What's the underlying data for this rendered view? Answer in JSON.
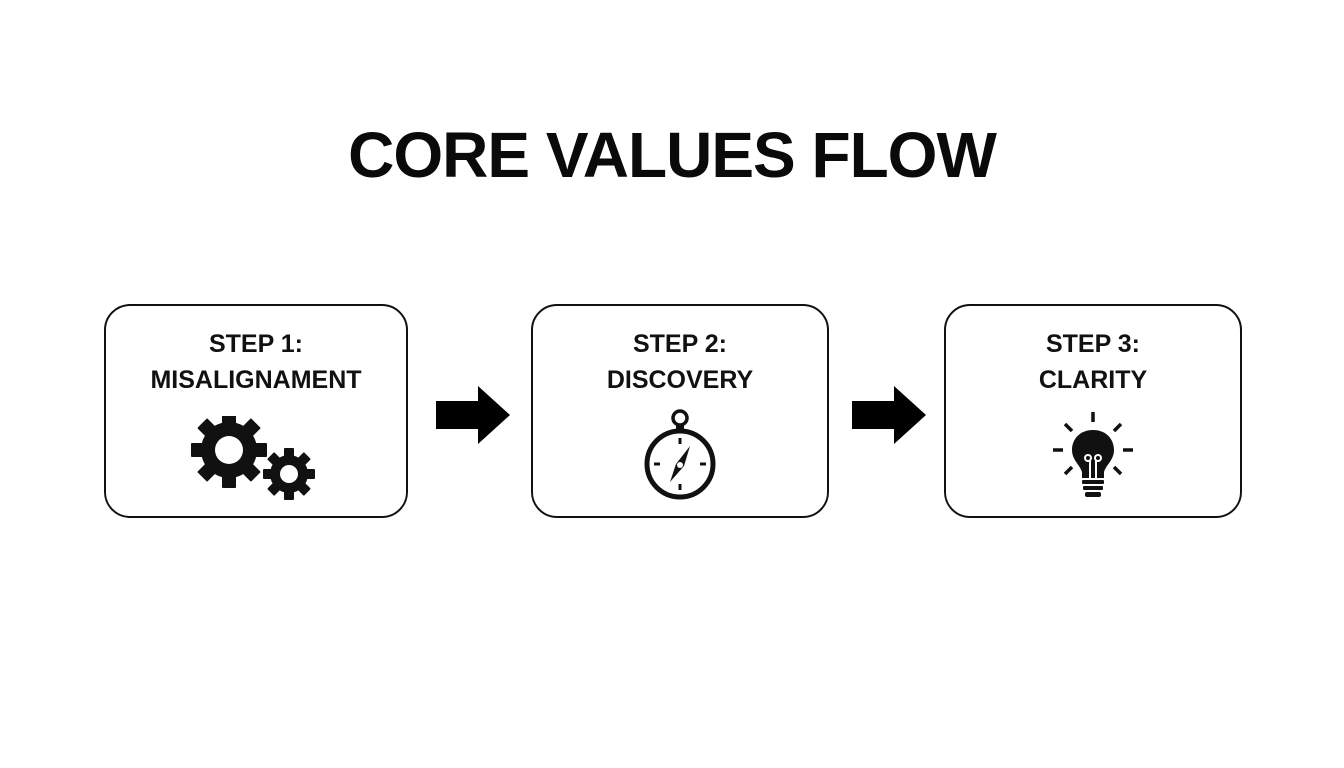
{
  "title": "CORE VALUES FLOW",
  "steps": [
    {
      "step": "STEP 1:",
      "name": "MISALIGNAMENT",
      "icon": "gears-icon"
    },
    {
      "step": "STEP 2:",
      "name": "DISCOVERY",
      "icon": "compass-icon"
    },
    {
      "step": "STEP 3:",
      "name": "CLARITY",
      "icon": "lightbulb-icon"
    }
  ],
  "connectors": [
    "arrow-right-icon",
    "arrow-right-icon"
  ],
  "colors": {
    "ink": "#111111",
    "background": "#ffffff"
  }
}
